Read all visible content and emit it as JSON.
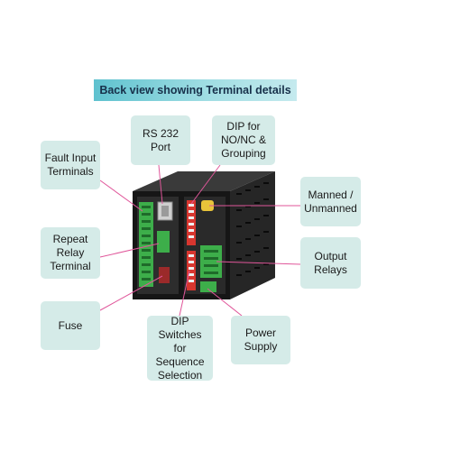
{
  "title": "Back view showing Terminal details",
  "labels": {
    "fault_input": "Fault Input\nTerminals",
    "rs232": "RS 232\nPort",
    "dip_no_nc": "DIP for\nNO/NC &\nGrouping",
    "manned": "Manned /\nUnmanned",
    "repeat_relay": "Repeat\nRelay\nTerminal",
    "output_relays": "Output\nRelays",
    "fuse": "Fuse",
    "dip_sequence": "DIP Switches\nfor\nSequence\nSelection",
    "power_supply": "Power\nSupply"
  },
  "colors": {
    "title_bar": "#5fc2cf",
    "label_bg": "#d5ebe8",
    "leader_line": "#e0569a",
    "enclosure": "#1c1c1c",
    "terminal_green": "#3dae4a",
    "dip_red": "#d8362f"
  }
}
